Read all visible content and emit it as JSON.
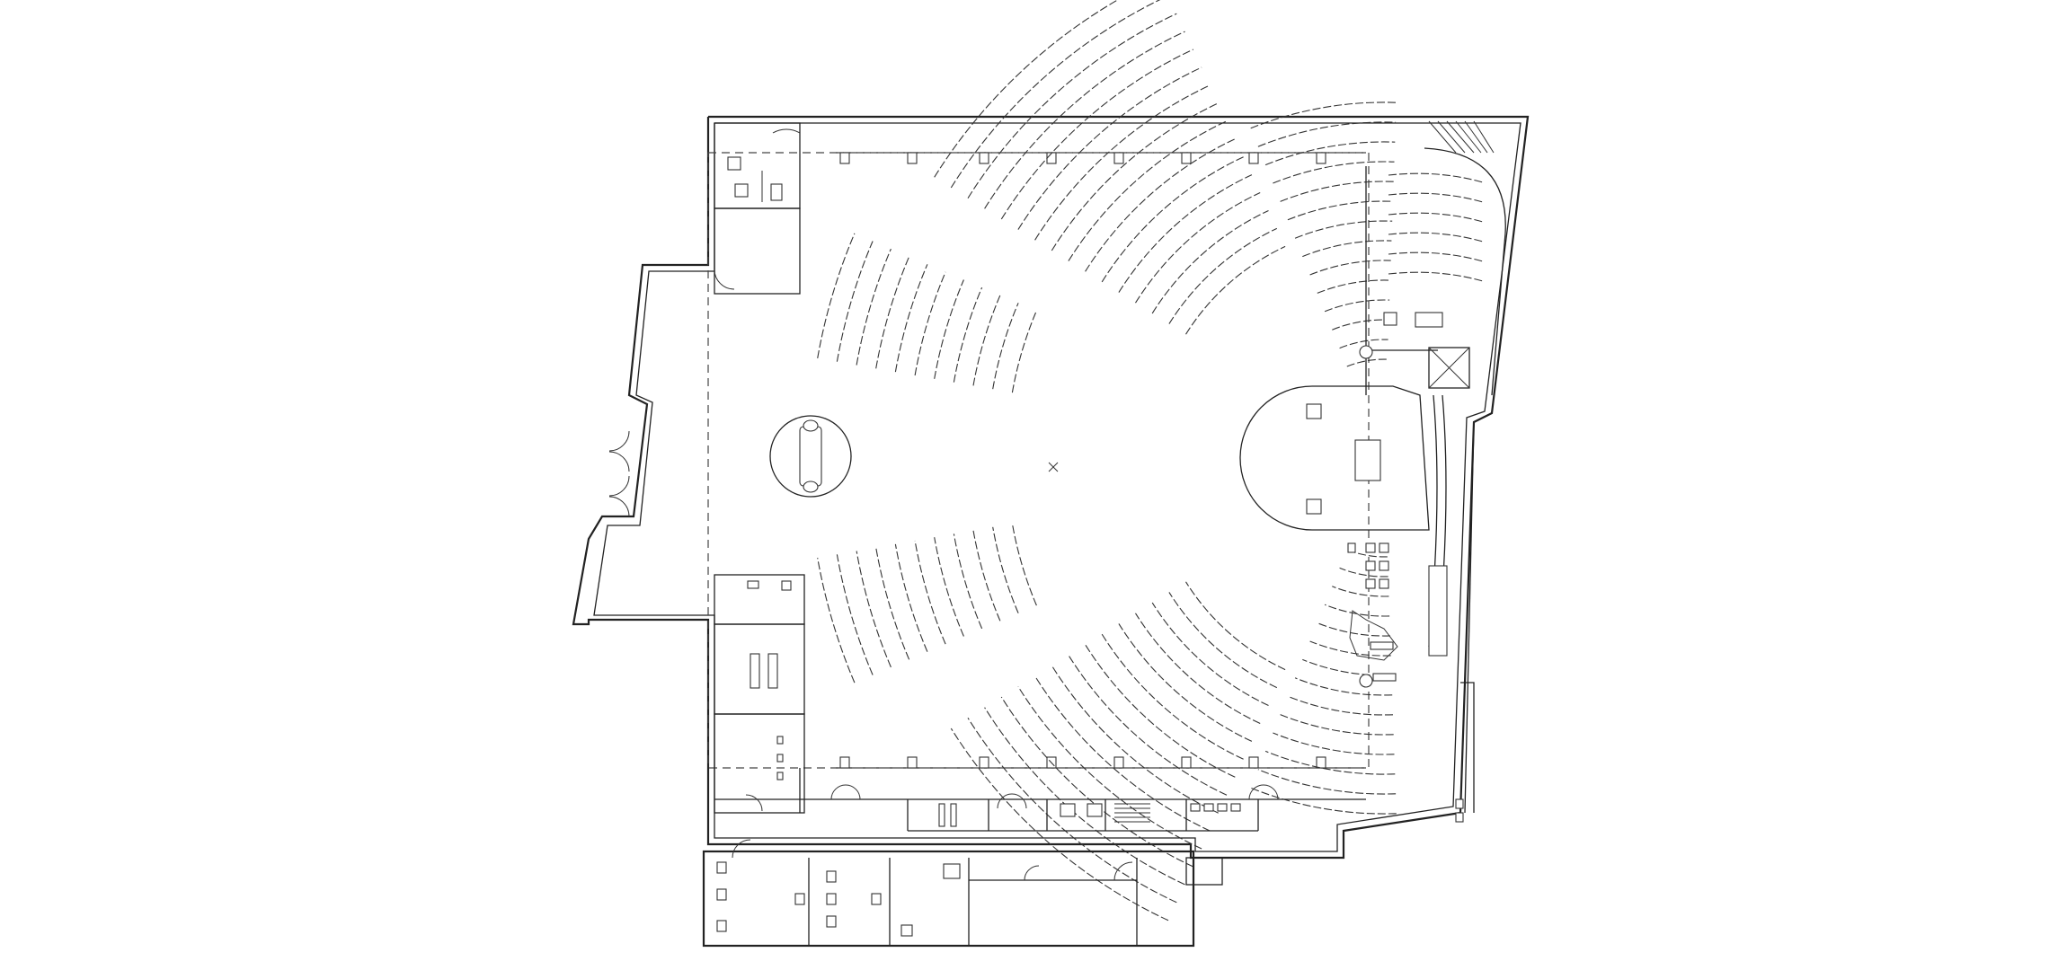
{
  "drawing": {
    "kind": "architectural-floor-plan",
    "stroke_color": "#222222",
    "background_color": "#ffffff",
    "labels": []
  },
  "seating": {
    "upper_left_block_rows": 16,
    "upper_right_block_rows": 14,
    "lower_left_block_rows": 15,
    "lower_right_block_rows": 14,
    "left_short_block_rows": 12,
    "balcony_rows": 6
  }
}
